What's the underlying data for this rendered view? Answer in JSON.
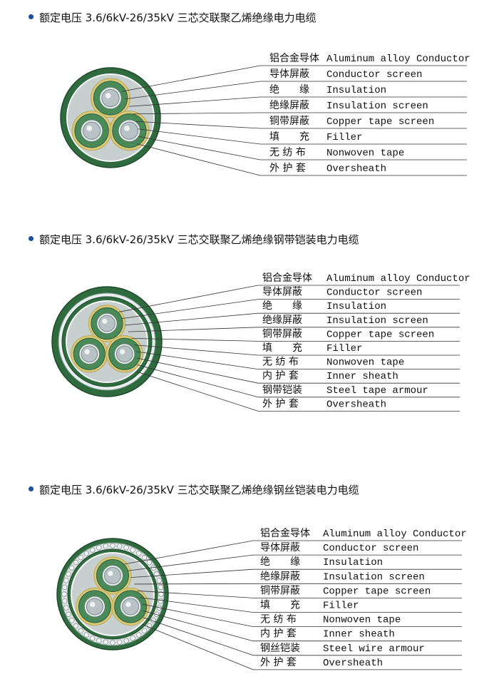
{
  "sections": [
    {
      "title": "额定电压 3.6/6kV-26/35kV 三芯交联聚乙烯绝缘电力电缆",
      "labels": [
        {
          "zh": "铝合金导体",
          "en": "Aluminum alloy Conductor"
        },
        {
          "zh": "导体屏蔽",
          "en": "Conductor screen"
        },
        {
          "zh": "绝　　缘",
          "en": "Insulation"
        },
        {
          "zh": "绝缘屏蔽",
          "en": "Insulation screen"
        },
        {
          "zh": "铜带屏蔽",
          "en": "Copper tape screen"
        },
        {
          "zh": "填　　充",
          "en": "Filler"
        },
        {
          "zh": "无 纺 布",
          "en": "Nonwoven tape"
        },
        {
          "zh": "外 护 套",
          "en": "Oversheath"
        }
      ],
      "armour": "none"
    },
    {
      "title": "额定电压 3.6/6kV-26/35kV 三芯交联聚乙烯绝缘钢带铠装电力电缆",
      "labels": [
        {
          "zh": "铝合金导体",
          "en": "Aluminum alloy Conductor"
        },
        {
          "zh": "导体屏蔽",
          "en": "Conductor screen"
        },
        {
          "zh": "绝　　缘",
          "en": "Insulation"
        },
        {
          "zh": "绝缘屏蔽",
          "en": "Insulation screen"
        },
        {
          "zh": "铜带屏蔽",
          "en": "Copper tape screen"
        },
        {
          "zh": "填　　充",
          "en": "Filler"
        },
        {
          "zh": "无 纺 布",
          "en": "Nonwoven tape"
        },
        {
          "zh": "内 护 套",
          "en": "Inner sheath"
        },
        {
          "zh": "钢带铠装",
          "en": "Steel tape armour"
        },
        {
          "zh": "外 护 套",
          "en": "Oversheath"
        }
      ],
      "armour": "steel-tape"
    },
    {
      "title": "额定电压 3.6/6kV-26/35kV 三芯交联聚乙烯绝缘钢丝铠装电力电缆",
      "labels": [
        {
          "zh": "铝合金导体",
          "en": "Aluminum alloy Conductor"
        },
        {
          "zh": "导体屏蔽",
          "en": "Conductor screen"
        },
        {
          "zh": "绝　　缘",
          "en": "Insulation"
        },
        {
          "zh": "绝缘屏蔽",
          "en": "Insulation screen"
        },
        {
          "zh": "铜带屏蔽",
          "en": "Copper tape screen"
        },
        {
          "zh": "填　　充",
          "en": "Filler"
        },
        {
          "zh": "无 纺 布",
          "en": "Nonwoven tape"
        },
        {
          "zh": "内 护 套",
          "en": "Inner sheath"
        },
        {
          "zh": "钢丝铠装",
          "en": "Steel wire armour"
        },
        {
          "zh": "外 护 套",
          "en": "Oversheath"
        }
      ],
      "armour": "steel-wire"
    }
  ],
  "colors": {
    "sheath": "#2f6b3e",
    "filler": "#c8cfcf",
    "insulation": "#4a8a58",
    "copper": "#d8c878",
    "conductor": "#b9c2c4",
    "bullet": "#1a4f9c"
  }
}
